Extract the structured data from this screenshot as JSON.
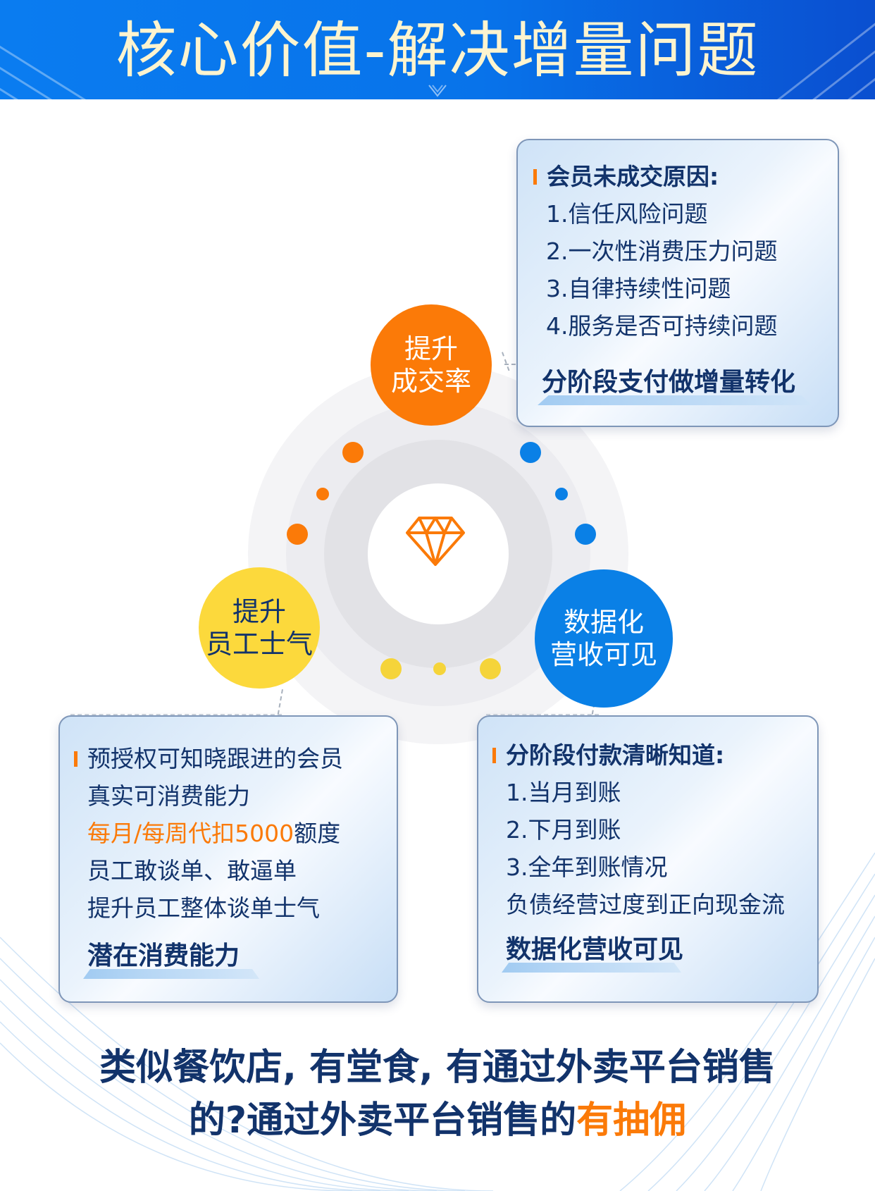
{
  "header": {
    "title": "核心价值-解决增量问题",
    "background_color": "#0a7cf0",
    "title_color": "#fdf4cf"
  },
  "center": {
    "icon": "diamond-icon",
    "icon_color": "#fb7a08"
  },
  "nodes": {
    "conversion": {
      "line1": "提升",
      "line2": "成交率",
      "color": "#fb7a08"
    },
    "morale": {
      "line1": "提升",
      "line2": "员工士气",
      "color": "#fcd93c"
    },
    "revenue": {
      "line1": "数据化",
      "line2": "营收可见",
      "color": "#0a80e6"
    }
  },
  "cards": {
    "conversion": {
      "heading": "会员未成交原因:",
      "items": [
        "1.信任风险问题",
        "2.一次性消费压力问题",
        "3.自律持续性问题",
        "4.服务是否可持续问题"
      ],
      "footer": "分阶段支付做增量转化"
    },
    "morale": {
      "lines": [
        "预授权可知晓跟进的会员",
        "真实可消费能力"
      ],
      "highlight_orange": "每月/每周代扣5000",
      "highlight_suffix": "额度",
      "lines_after": [
        "员工敢谈单、敢逼单",
        "提升员工整体谈单士气"
      ],
      "footer": "潜在消费能力"
    },
    "revenue": {
      "heading": "分阶段付款清晰知道:",
      "items": [
        "1.当月到账",
        "2.下月到账",
        "3.全年到账情况",
        "负债经营过度到正向现金流"
      ],
      "footer": "数据化营收可见"
    }
  },
  "bottom": {
    "line1": "类似餐饮店, 有堂食, 有通过外卖平台销售",
    "line2_prefix": "的?通过外卖平台销售的",
    "line2_highlight": "有抽佣"
  },
  "colors": {
    "orange": "#fb7a08",
    "yellow": "#fcd93c",
    "blue": "#0a80e6",
    "navy_text": "#12336b"
  }
}
